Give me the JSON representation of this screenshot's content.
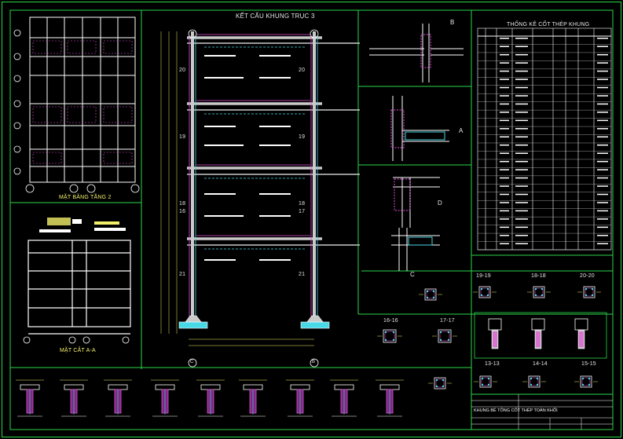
{
  "drawing": {
    "titles": {
      "frame": "KẾT CẤU KHUNG TRỤC 3",
      "floor_plan": "MẶT BẰNG TẦNG 2",
      "section": "MẶT CẮT A-A",
      "rebar_table": "THỐNG KÊ CỐT THÉP KHUNG"
    },
    "detail_labels": [
      "A",
      "B",
      "C",
      "D"
    ],
    "section_marks": [
      "19-19",
      "18-18",
      "20-20",
      "16-16",
      "17-17",
      "13-13",
      "14-14",
      "15-15"
    ],
    "frame_numbers": [
      "20",
      "20",
      "19",
      "19",
      "18",
      "18",
      "16",
      "17",
      "21",
      "21"
    ],
    "axis_bubbles": [
      "C",
      "B"
    ],
    "title_block": {
      "project_title": "KHUNG BÊ TÔNG CỐT THÉP TOÀN KHỐI",
      "row_count": 6
    }
  },
  "colors": {
    "background": "#000000",
    "frame_border": "#2bd64a",
    "structure": "#ffffff",
    "column_fill": "#c9c9c9",
    "rebar_magenta": "#e04fd6",
    "rebar_cyan": "#48d9e6",
    "dim_yellow": "#f3f06a",
    "hatch_cyan": "#37b4c8"
  },
  "icons": [
    "axis-bubble-icon",
    "section-mark-icon",
    "footing-icon"
  ]
}
